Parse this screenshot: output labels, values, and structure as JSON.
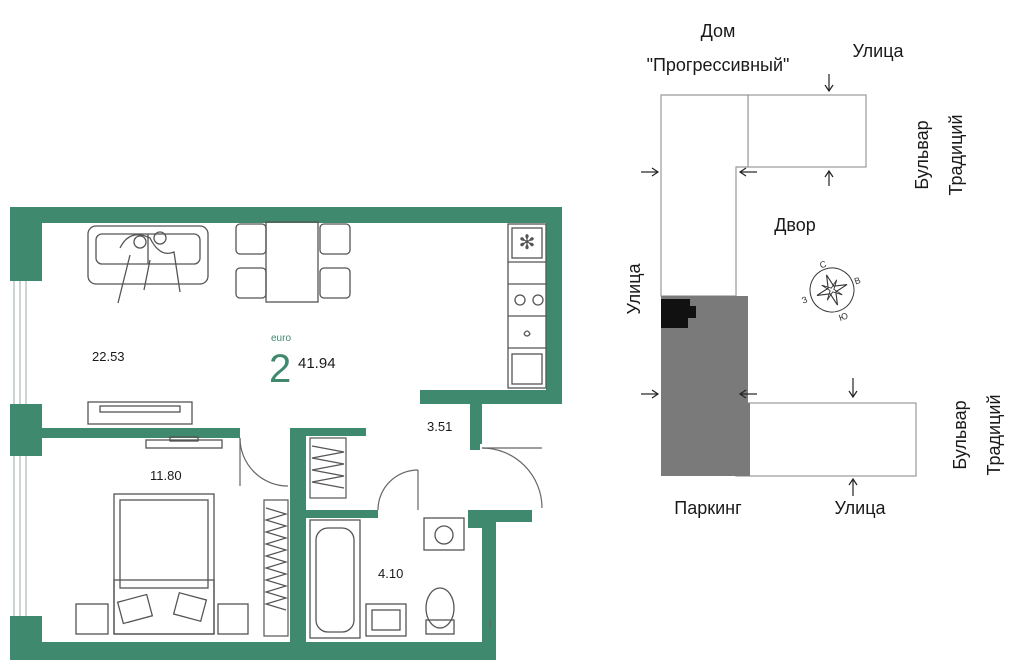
{
  "colors": {
    "wall": "#3f8a6e",
    "wall_dark": "#2f6f57",
    "floor": "#ffffff",
    "furniture": "#555555",
    "parking": "#7a7a7a",
    "unit_marker": "#111111",
    "block_outline": "#999999"
  },
  "plan": {
    "badge": {
      "type_label": "euro",
      "rooms": "2",
      "total_area": "41.94"
    },
    "rooms": [
      {
        "id": "living",
        "area": "22.53"
      },
      {
        "id": "bedroom",
        "area": "11.80"
      },
      {
        "id": "hall",
        "area": "3.51"
      },
      {
        "id": "bathroom",
        "area": "4.10"
      }
    ]
  },
  "site": {
    "house_line1": "Дом",
    "house_line2": "\"Прогрессивный\"",
    "street_top": "Улица",
    "street_left": "Улица",
    "street_bottom": "Улица",
    "boulevard_top_1": "Бульвар",
    "boulevard_top_2": "Традиций",
    "boulevard_bottom_1": "Бульвар",
    "boulevard_bottom_2": "Традиций",
    "yard": "Двор",
    "parking": "Паркинг",
    "compass": {
      "n": "С",
      "e": "В",
      "s": "Ю",
      "w": "З"
    }
  }
}
